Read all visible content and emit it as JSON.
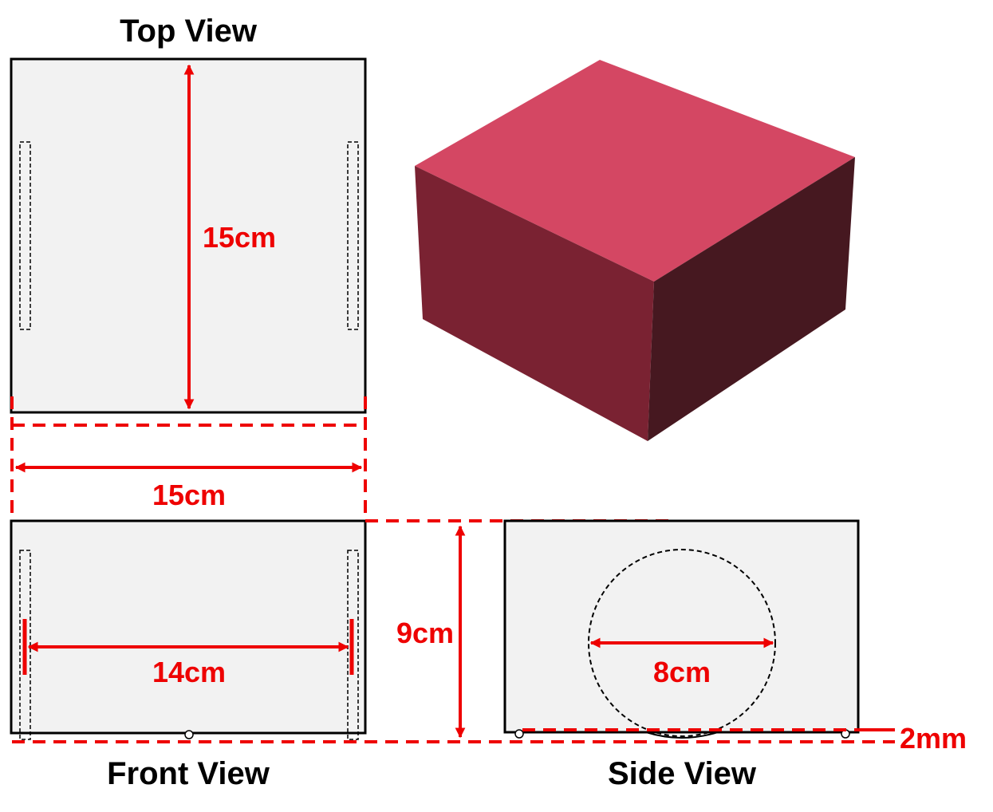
{
  "views": {
    "top_title": "Top View",
    "front_title": "Front View",
    "side_title": "Side View"
  },
  "dimensions": {
    "top_height": "15cm",
    "top_width": "15cm",
    "front_inner": "14cm",
    "height": "9cm",
    "circle_diameter": "8cm",
    "gap": "2mm"
  },
  "colors": {
    "dimension": "#ee0000",
    "panel_fill": "#f2f2f2",
    "box_top": "#d44763",
    "box_front": "#7a2232",
    "box_side": "#461820"
  }
}
